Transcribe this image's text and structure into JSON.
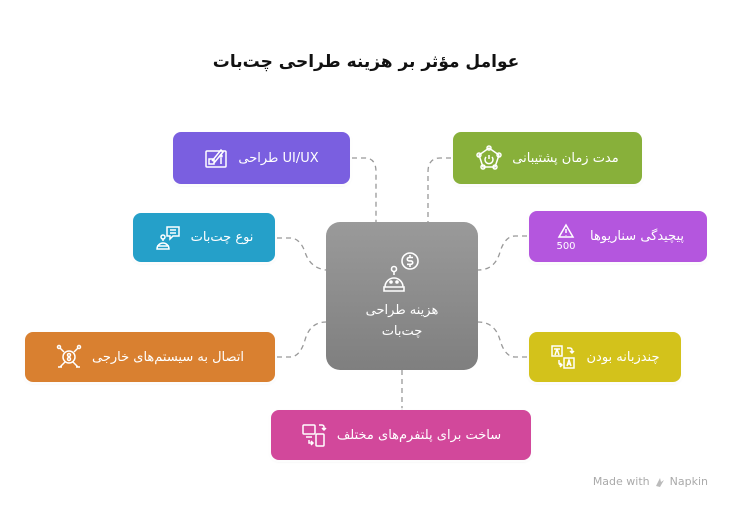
{
  "title": "عوامل مؤثر بر هزینه طراحی چت‌بات",
  "center": {
    "line1": "هزینه طراحی",
    "line2": "چت‌بات"
  },
  "nodes": {
    "uiux": {
      "label": "UI/UX طراحی",
      "color": "#7a5fe0"
    },
    "bot_type": {
      "label": "نوع چت‌بات",
      "color": "#25a0c9"
    },
    "integration": {
      "label": "اتصال به سیستم‌های خارجی",
      "color": "#d98030"
    },
    "support": {
      "label": "مدت زمان پشتیبانی",
      "color": "#88b03a"
    },
    "complexity": {
      "label": "پیچیدگی سناریوها",
      "color": "#b456de"
    },
    "multilang": {
      "label": "چندزبانه بودن",
      "color": "#d3c21b"
    },
    "platforms": {
      "label": "ساخت برای پلتفرم‌های مختلف",
      "color": "#d2489b"
    }
  },
  "footer": {
    "made_with": "Made with",
    "brand": "Napkin"
  }
}
